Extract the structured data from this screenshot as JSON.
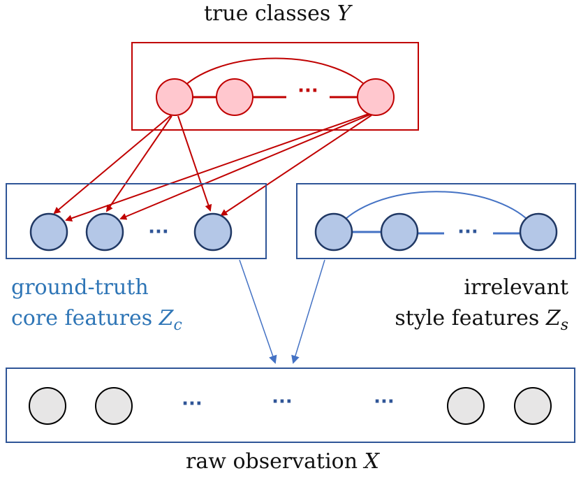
{
  "labels": {
    "true_classes": "true classes",
    "true_classes_var": "Y",
    "core_line1": "ground-truth",
    "core_line2": "core features",
    "core_var": "Z",
    "core_sub": "c",
    "style_line1": "irrelevant",
    "style_line2": "style features",
    "style_var": "Z",
    "style_sub": "s",
    "raw": "raw observation",
    "raw_var": "X",
    "ellipsis": "···"
  },
  "colors": {
    "red_stroke": "#c00000",
    "red_fill": "#ffc7ce",
    "blue_stroke": "#203864",
    "blue_fill": "#b4c7e7",
    "blue_box": "#2f5597",
    "blue_arrow": "#4472c4",
    "blue_edge": "#4472c4",
    "gray_fill": "#e7e6e6",
    "black": "#000000"
  }
}
